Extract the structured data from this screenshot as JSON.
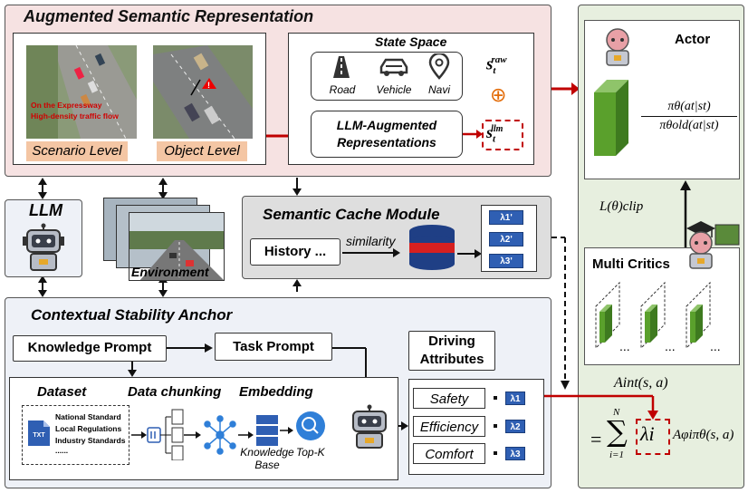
{
  "asr": {
    "title": "Augmented Semantic Representation",
    "scenario_overlay": "On the Expressway High-density traffic flow",
    "scenario_label": "Scenario Level",
    "object_label": "Object Level",
    "state_space_title": "State Space",
    "state_items": [
      {
        "label": "Road",
        "icon": "road-icon"
      },
      {
        "label": "Vehicle",
        "icon": "car-icon"
      },
      {
        "label": "Navi",
        "icon": "location-pin-icon"
      }
    ],
    "s_raw_base": "s",
    "s_raw_sub": "t",
    "s_raw_sup": "raw",
    "oplus": "⊕",
    "llm_aug": "LLM-Augmented Representations",
    "s_llm_base": "s",
    "s_llm_sub": "t",
    "s_llm_sup": "llm"
  },
  "llm": {
    "label": "LLM"
  },
  "environment": {
    "label": "Environment"
  },
  "cache": {
    "title": "Semantic Cache Module",
    "history": "History ...",
    "similarity": "similarity",
    "lambdas": [
      "λ1'",
      "λ2'",
      "λ3'"
    ]
  },
  "csa": {
    "title": "Contextual Stability Anchor",
    "knowledge_prompt": "Knowledge Prompt",
    "task_prompt": "Task Prompt",
    "driving_attributes": "Driving Attributes",
    "dataset_title": "Dataset",
    "dataset_lines": [
      "National Standard",
      "Local Regulations",
      "Industry Standards",
      "......"
    ],
    "txt": "TXT",
    "chunking": "Data chunking",
    "embedding": "Embedding",
    "kb": "Knowledge Base",
    "topk": "Top-K",
    "attributes": [
      {
        "label": "Safety",
        "lambda": "λ1"
      },
      {
        "label": "Efficiency",
        "lambda": "λ2"
      },
      {
        "label": "Comfort",
        "lambda": "λ3"
      }
    ]
  },
  "rl": {
    "actor": "Actor",
    "ratio_num": "πθ(at|st)",
    "ratio_den": "πθold(at|st)",
    "loss": "L(θ)clip",
    "critics": "Multi Critics",
    "dots": "...",
    "a_int": "Aint(s, a)",
    "sum_top": "N",
    "sum_bottom": "i=1",
    "lambda_i": "λi",
    "adv": "Aφiπθ(s, a)"
  },
  "colors": {
    "asr_bg": "#f6e2e2",
    "cache_bg": "#dedede",
    "csa_bg": "#eef1f7",
    "rl_bg": "#e7efdf",
    "red_arrow": "#c00000",
    "green_block": "#4f8a2a",
    "lambda_blue": "#2f5fb3"
  }
}
